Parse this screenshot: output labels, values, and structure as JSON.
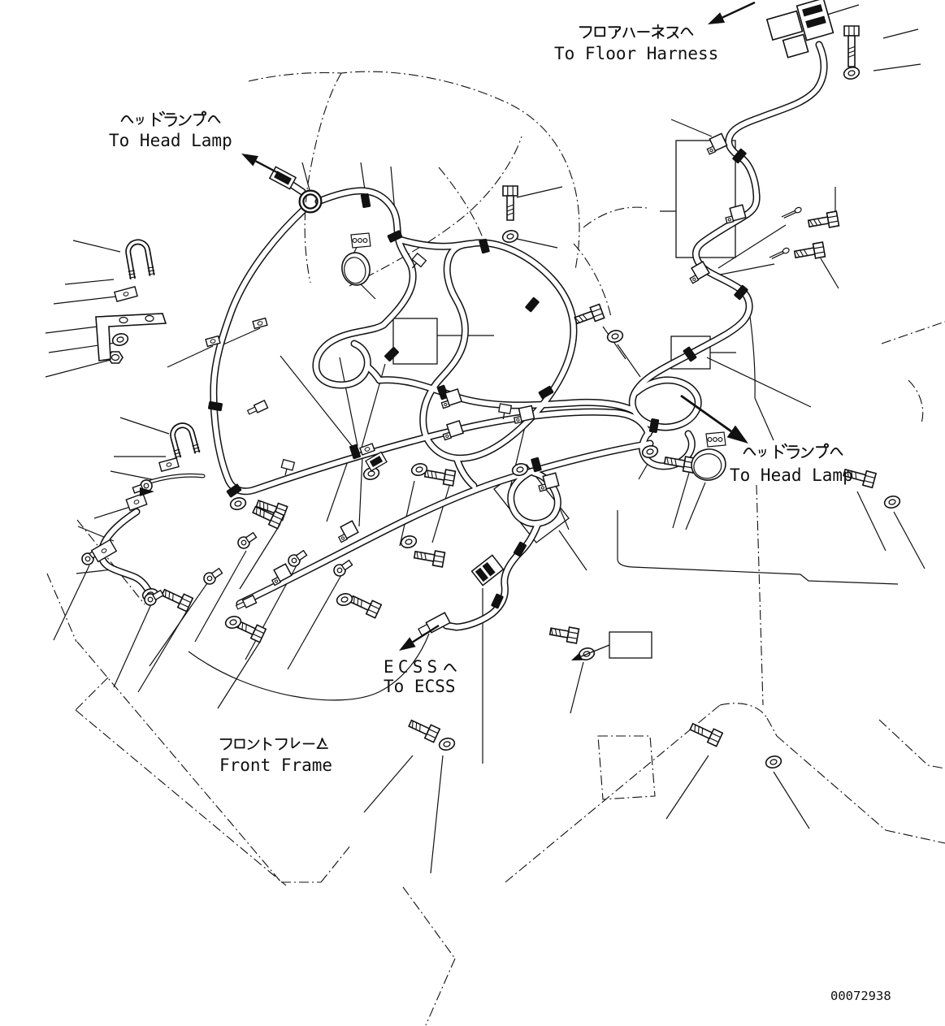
{
  "diagram": {
    "labels": {
      "floor_harness": {
        "jp": "フロアハーネスへ",
        "en": "To Floor Harness"
      },
      "head_lamp_left": {
        "jp": "ヘッドランプへ",
        "en": "To Head Lamp"
      },
      "head_lamp_right": {
        "jp": "ヘッドランプへ",
        "en": "To Head Lamp"
      },
      "ecss": {
        "jp": "ECSSへ",
        "en": "To ECSS"
      },
      "front_frame": {
        "jp": "フロントフレーム",
        "en": "Front Frame"
      }
    },
    "part_number": "00072938",
    "colors": {
      "line": "#111111",
      "background": "#ffffff"
    }
  }
}
